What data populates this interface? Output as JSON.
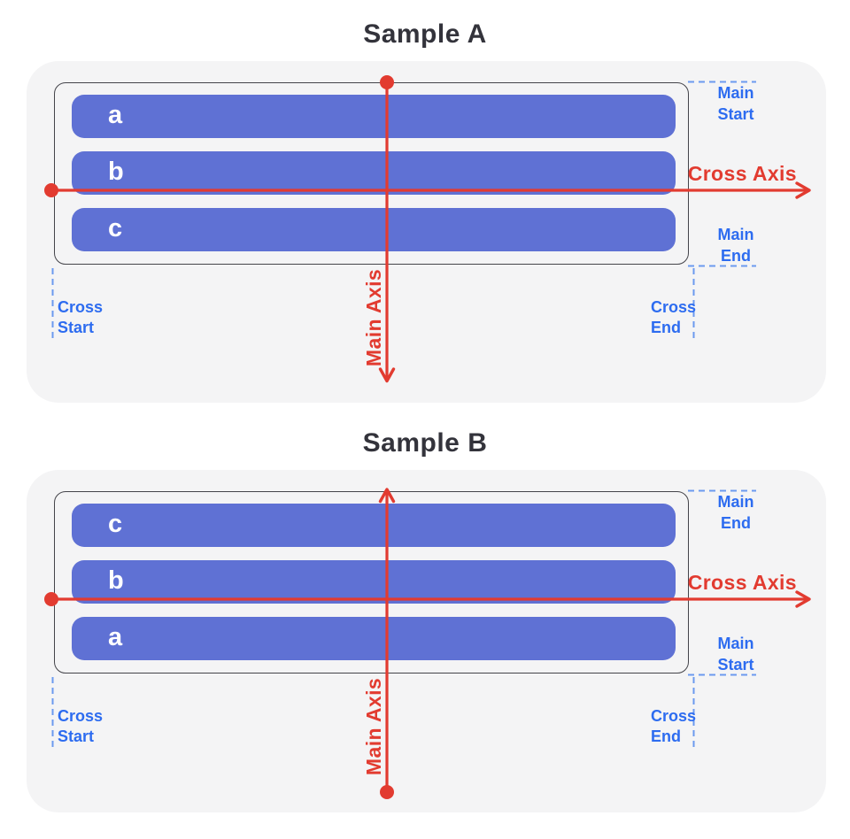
{
  "colors": {
    "panel_bg": "#f4f4f5",
    "container_border": "#44444a",
    "bar_fill": "#5f71d4",
    "bar_text": "#ffffff",
    "axis_red": "#e23b30",
    "label_blue": "#2d6cf0",
    "dash_blue": "#6b9aef",
    "title_color": "#33333b"
  },
  "samples": [
    {
      "title": "Sample A",
      "items": [
        "a",
        "b",
        "c"
      ],
      "main_axis_label": "Main Axis",
      "cross_axis_label": "Cross Axis",
      "main_axis_direction": "down",
      "corners": {
        "top_right": {
          "line1": "Main",
          "line2": "Start"
        },
        "mid_right": {
          "line1": "Main",
          "line2": "End"
        },
        "bottom_left": {
          "line1": "Cross",
          "line2": "Start"
        },
        "bottom_right": {
          "line1": "Cross",
          "line2": "End"
        }
      }
    },
    {
      "title": "Sample B",
      "items": [
        "c",
        "b",
        "a"
      ],
      "main_axis_label": "Main Axis",
      "cross_axis_label": "Cross Axis",
      "main_axis_direction": "up",
      "corners": {
        "top_right": {
          "line1": "Main",
          "line2": "End"
        },
        "mid_right": {
          "line1": "Main",
          "line2": "Start"
        },
        "bottom_left": {
          "line1": "Cross",
          "line2": "Start"
        },
        "bottom_right": {
          "line1": "Cross",
          "line2": "End"
        }
      }
    }
  ]
}
